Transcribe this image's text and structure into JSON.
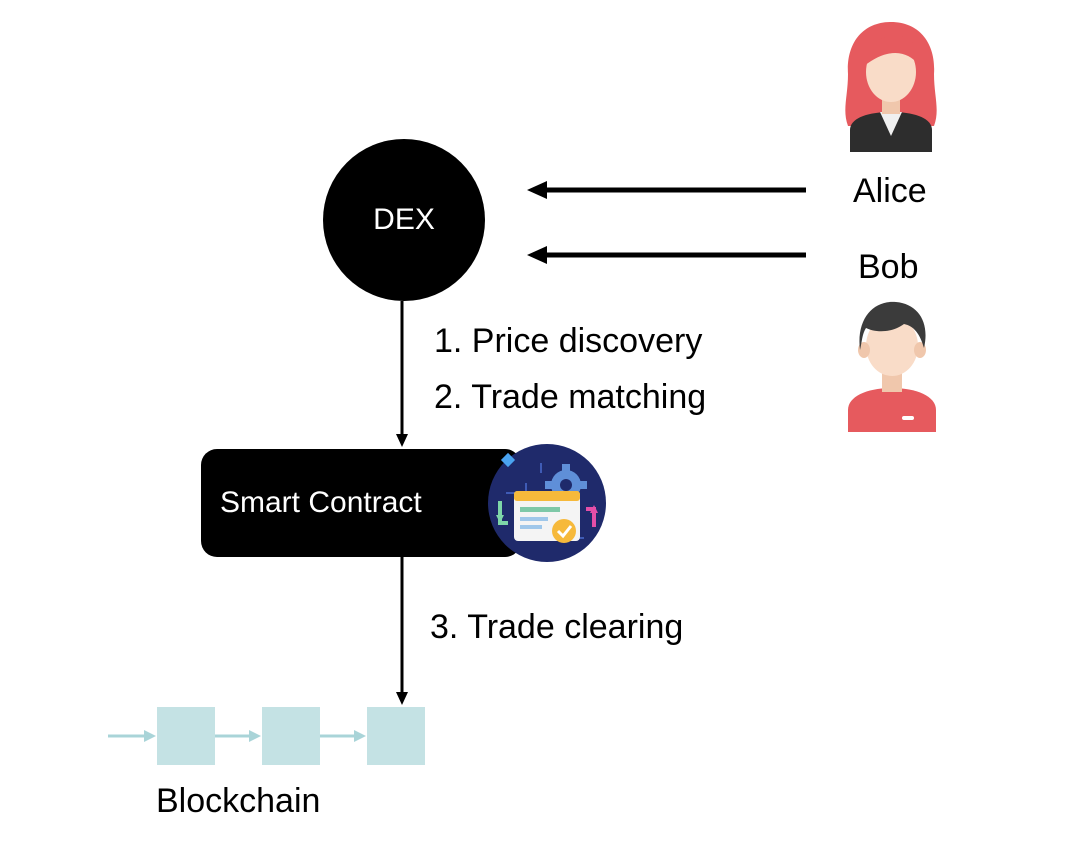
{
  "diagram": {
    "dex_label": "DEX",
    "smart_contract_label": "Smart Contract",
    "steps": [
      "1. Price discovery",
      "2. Trade matching",
      "3. Trade clearing"
    ],
    "participants": [
      {
        "name": "Alice",
        "icon": "woman-avatar-icon"
      },
      {
        "name": "Bob",
        "icon": "man-avatar-icon"
      }
    ],
    "blockchain_label": "Blockchain",
    "colors": {
      "node_fill": "#000000",
      "block_fill": "#c4e2e4",
      "chain_arrow": "#a9d4d8",
      "avatar_hair_red": "#e65a5e",
      "avatar_skin": "#f9dcc8"
    }
  }
}
